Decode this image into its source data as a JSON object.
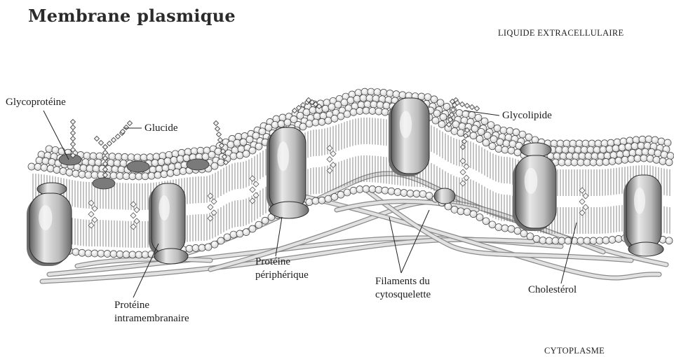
{
  "title": "Membrane plasmique",
  "regions": {
    "outside": "LIQUIDE EXTRACELLULAIRE",
    "inside": "CYTOPLASME"
  },
  "labels": {
    "glycoprotein": "Glycoprotéine",
    "glucide": "Glucide",
    "glycolipid": "Glycolipide",
    "peripheral_protein_1": "Protéine",
    "peripheral_protein_2": "périphérique",
    "integral_protein_1": "Protéine",
    "integral_protein_2": "intramembranaire",
    "filaments_1": "Filaments du",
    "filaments_2": "cytosquelette",
    "cholesterol": "Cholestérol"
  },
  "colors": {
    "head_fill": "#ededed",
    "line": "#3a3a3a",
    "protein_fill": "#cfcfcf",
    "protein_shadow": "#6e6e6e",
    "filament": "#bdbdbd"
  }
}
